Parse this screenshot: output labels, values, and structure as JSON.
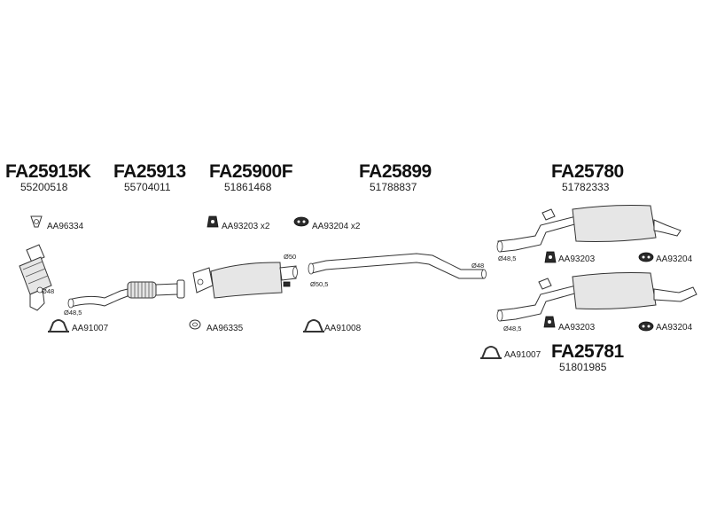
{
  "parts": {
    "p1": {
      "code": "FA25915K",
      "number": "55200518"
    },
    "p2": {
      "code": "FA25913",
      "number": "55704011"
    },
    "p3": {
      "code": "FA25900F",
      "number": "51861468"
    },
    "p4": {
      "code": "FA25899",
      "number": "51788837"
    },
    "p5": {
      "code": "FA25780",
      "number": "51782333"
    },
    "p6": {
      "code": "FA25781",
      "number": "51801985"
    }
  },
  "accessories": {
    "a1": "AA96334",
    "a2": "AA93203 x2",
    "a3": "AA93204 x2",
    "a4": "AA91007",
    "a5": "AA96335",
    "a6": "AA91008",
    "a7": "AA93203",
    "a8": "AA93204",
    "a9": "AA93203",
    "a10": "AA93204",
    "a11": "AA91007"
  },
  "diameters": {
    "d1": "Ø48",
    "d2": "Ø48,5",
    "d3": "Ø50",
    "d4": "Ø50,5",
    "d5": "Ø48",
    "d6": "Ø48,5",
    "d7": "Ø48,5"
  },
  "icons": {
    "clamp": "u-bolt-clamp-icon",
    "rubber_mount": "rubber-mount-icon",
    "gasket": "gasket-ring-icon"
  },
  "colors": {
    "line": "#333333",
    "text": "#111111",
    "muffler_fill": "#e6e6e6"
  }
}
